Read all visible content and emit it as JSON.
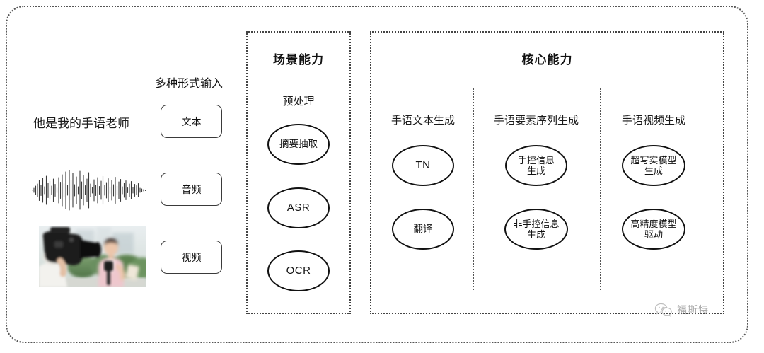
{
  "diagram": {
    "title_hidden": "",
    "input_section": {
      "heading": "多种形式输入",
      "sentence": "他是我的手语老师",
      "modalities": [
        {
          "label": "文本",
          "icon": "text-sentence"
        },
        {
          "label": "音频",
          "icon": "audio-waveform"
        },
        {
          "label": "视频",
          "icon": "video-thumbnail"
        }
      ]
    },
    "scene_panel": {
      "title": "场景能力",
      "group_label": "预处理",
      "nodes": [
        {
          "label": "摘要抽取",
          "script": "cjk"
        },
        {
          "label": "ASR",
          "script": "latin"
        },
        {
          "label": "OCR",
          "script": "latin"
        }
      ]
    },
    "core_panel": {
      "title": "核心能力",
      "columns": [
        {
          "label": "手语文本生成",
          "nodes": [
            {
              "label": "TN",
              "script": "latin"
            },
            {
              "label": "翻译",
              "script": "cjk"
            }
          ]
        },
        {
          "label": "手语要素序列生成",
          "nodes": [
            {
              "label": "手控信息\n生成",
              "line1": "手控信息",
              "line2": "生成",
              "script": "cjk"
            },
            {
              "label": "非手控信息\n生成",
              "line1": "非手控信息",
              "line2": "生成",
              "script": "cjk"
            }
          ]
        },
        {
          "label": "手语视频生成",
          "nodes": [
            {
              "label": "超写实模型\n生成",
              "line1": "超写实模型",
              "line2": "生成",
              "script": "cjk"
            },
            {
              "label": "高精度模型\n驱动",
              "line1": "高精度模型",
              "line2": "驱动",
              "script": "cjk"
            }
          ]
        }
      ]
    },
    "watermark": {
      "text": "福斯特",
      "icon": "wechat-bubbles-icon"
    },
    "colors": {
      "border": "#444444",
      "node_stroke": "#111111",
      "text": "#1a1a1a",
      "watermark": "#6b6b6b",
      "background": "#ffffff"
    }
  }
}
